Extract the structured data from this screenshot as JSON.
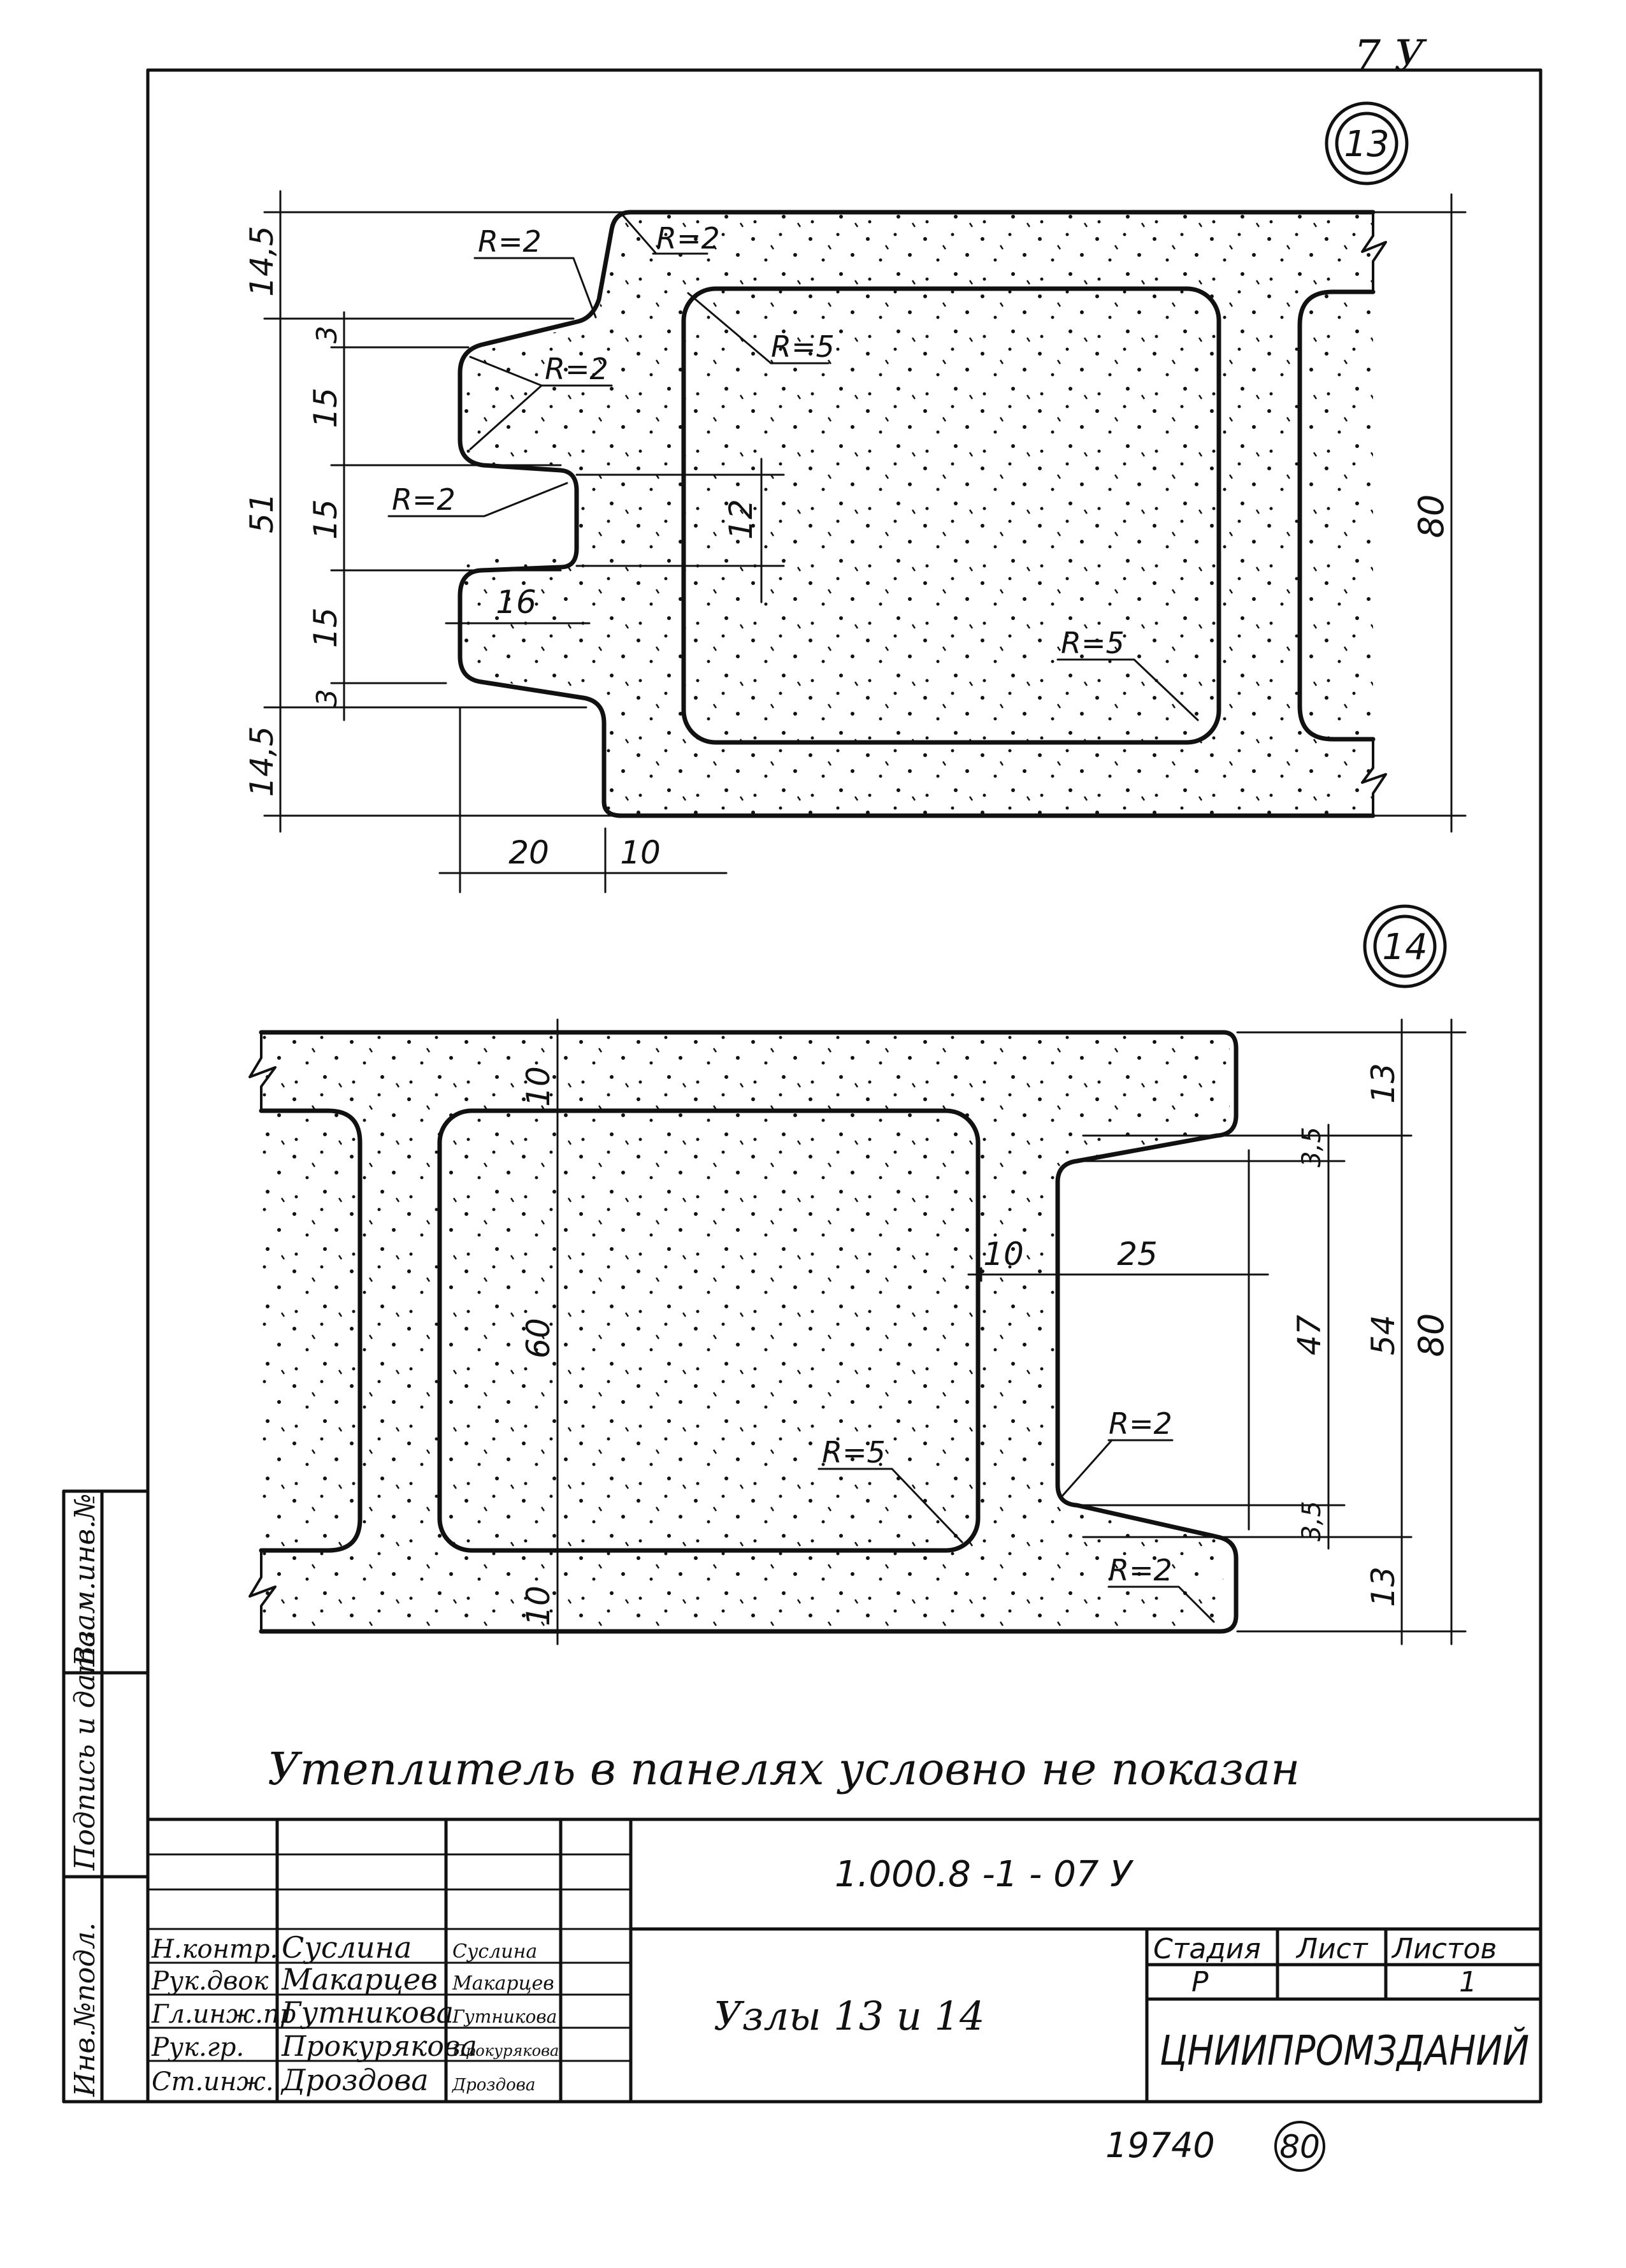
{
  "corner_mark": "7 У",
  "node_13": {
    "label": "13",
    "radius_labels": [
      "R=2",
      "R=2",
      "R=5",
      "R=2",
      "R=2",
      "R=5"
    ],
    "dims_left": [
      "14,5",
      "3",
      "15",
      "51",
      "15",
      "15",
      "3",
      "14,5"
    ],
    "dim_12": "12",
    "dim_16": "16",
    "dim_20": "20",
    "dim_10": "10",
    "dim_80": "80"
  },
  "node_14": {
    "label": "14",
    "dim_10_top": "10",
    "dim_10_bottom": "10",
    "dim_60": "60",
    "dim_10_mid": "10",
    "dim_25": "25",
    "dim_35_top": "3,5",
    "dim_35_bottom": "3,5",
    "dim_13_top": "13",
    "dim_13_bottom": "13",
    "dim_47": "47",
    "dim_54": "54",
    "dim_80": "80",
    "radius_labels": [
      "R=2",
      "R=5",
      "R=2"
    ]
  },
  "note": "Утеплитель в панелях условно не показан",
  "side_stamp": {
    "inv_podl": "Инв.№подл.",
    "podpis_data": "Подпись и дата",
    "vzam_inv": "Взам.инв.№"
  },
  "title_block": {
    "doc_code": "1.000.8 -1 - 07 У",
    "sheet_title": "Узлы 13 и 14",
    "stage_header": "Стадия",
    "list_header": "Лист",
    "lists_header": "Листов",
    "stage_value": "Р",
    "list_value": "",
    "lists_value": "1",
    "organization": "ЦНИИПРОМЗДАНИЙ",
    "roles": [
      {
        "role": "Н.контр.",
        "name": "Суслина",
        "sign": "Cуслина"
      },
      {
        "role": "Рук.двок",
        "name": "Макарцев",
        "sign": "Макарцев"
      },
      {
        "role": "Гл.инж.пр",
        "name": "Гутникова",
        "sign": "Гутникова"
      },
      {
        "role": "Рук.гр.",
        "name": "Прокурякова",
        "sign": "Прокурякова"
      },
      {
        "role": "Ст.инж.",
        "name": "Дроздова",
        "sign": "Дроздова"
      }
    ]
  },
  "footer": {
    "number": "19740",
    "circled": "80"
  }
}
